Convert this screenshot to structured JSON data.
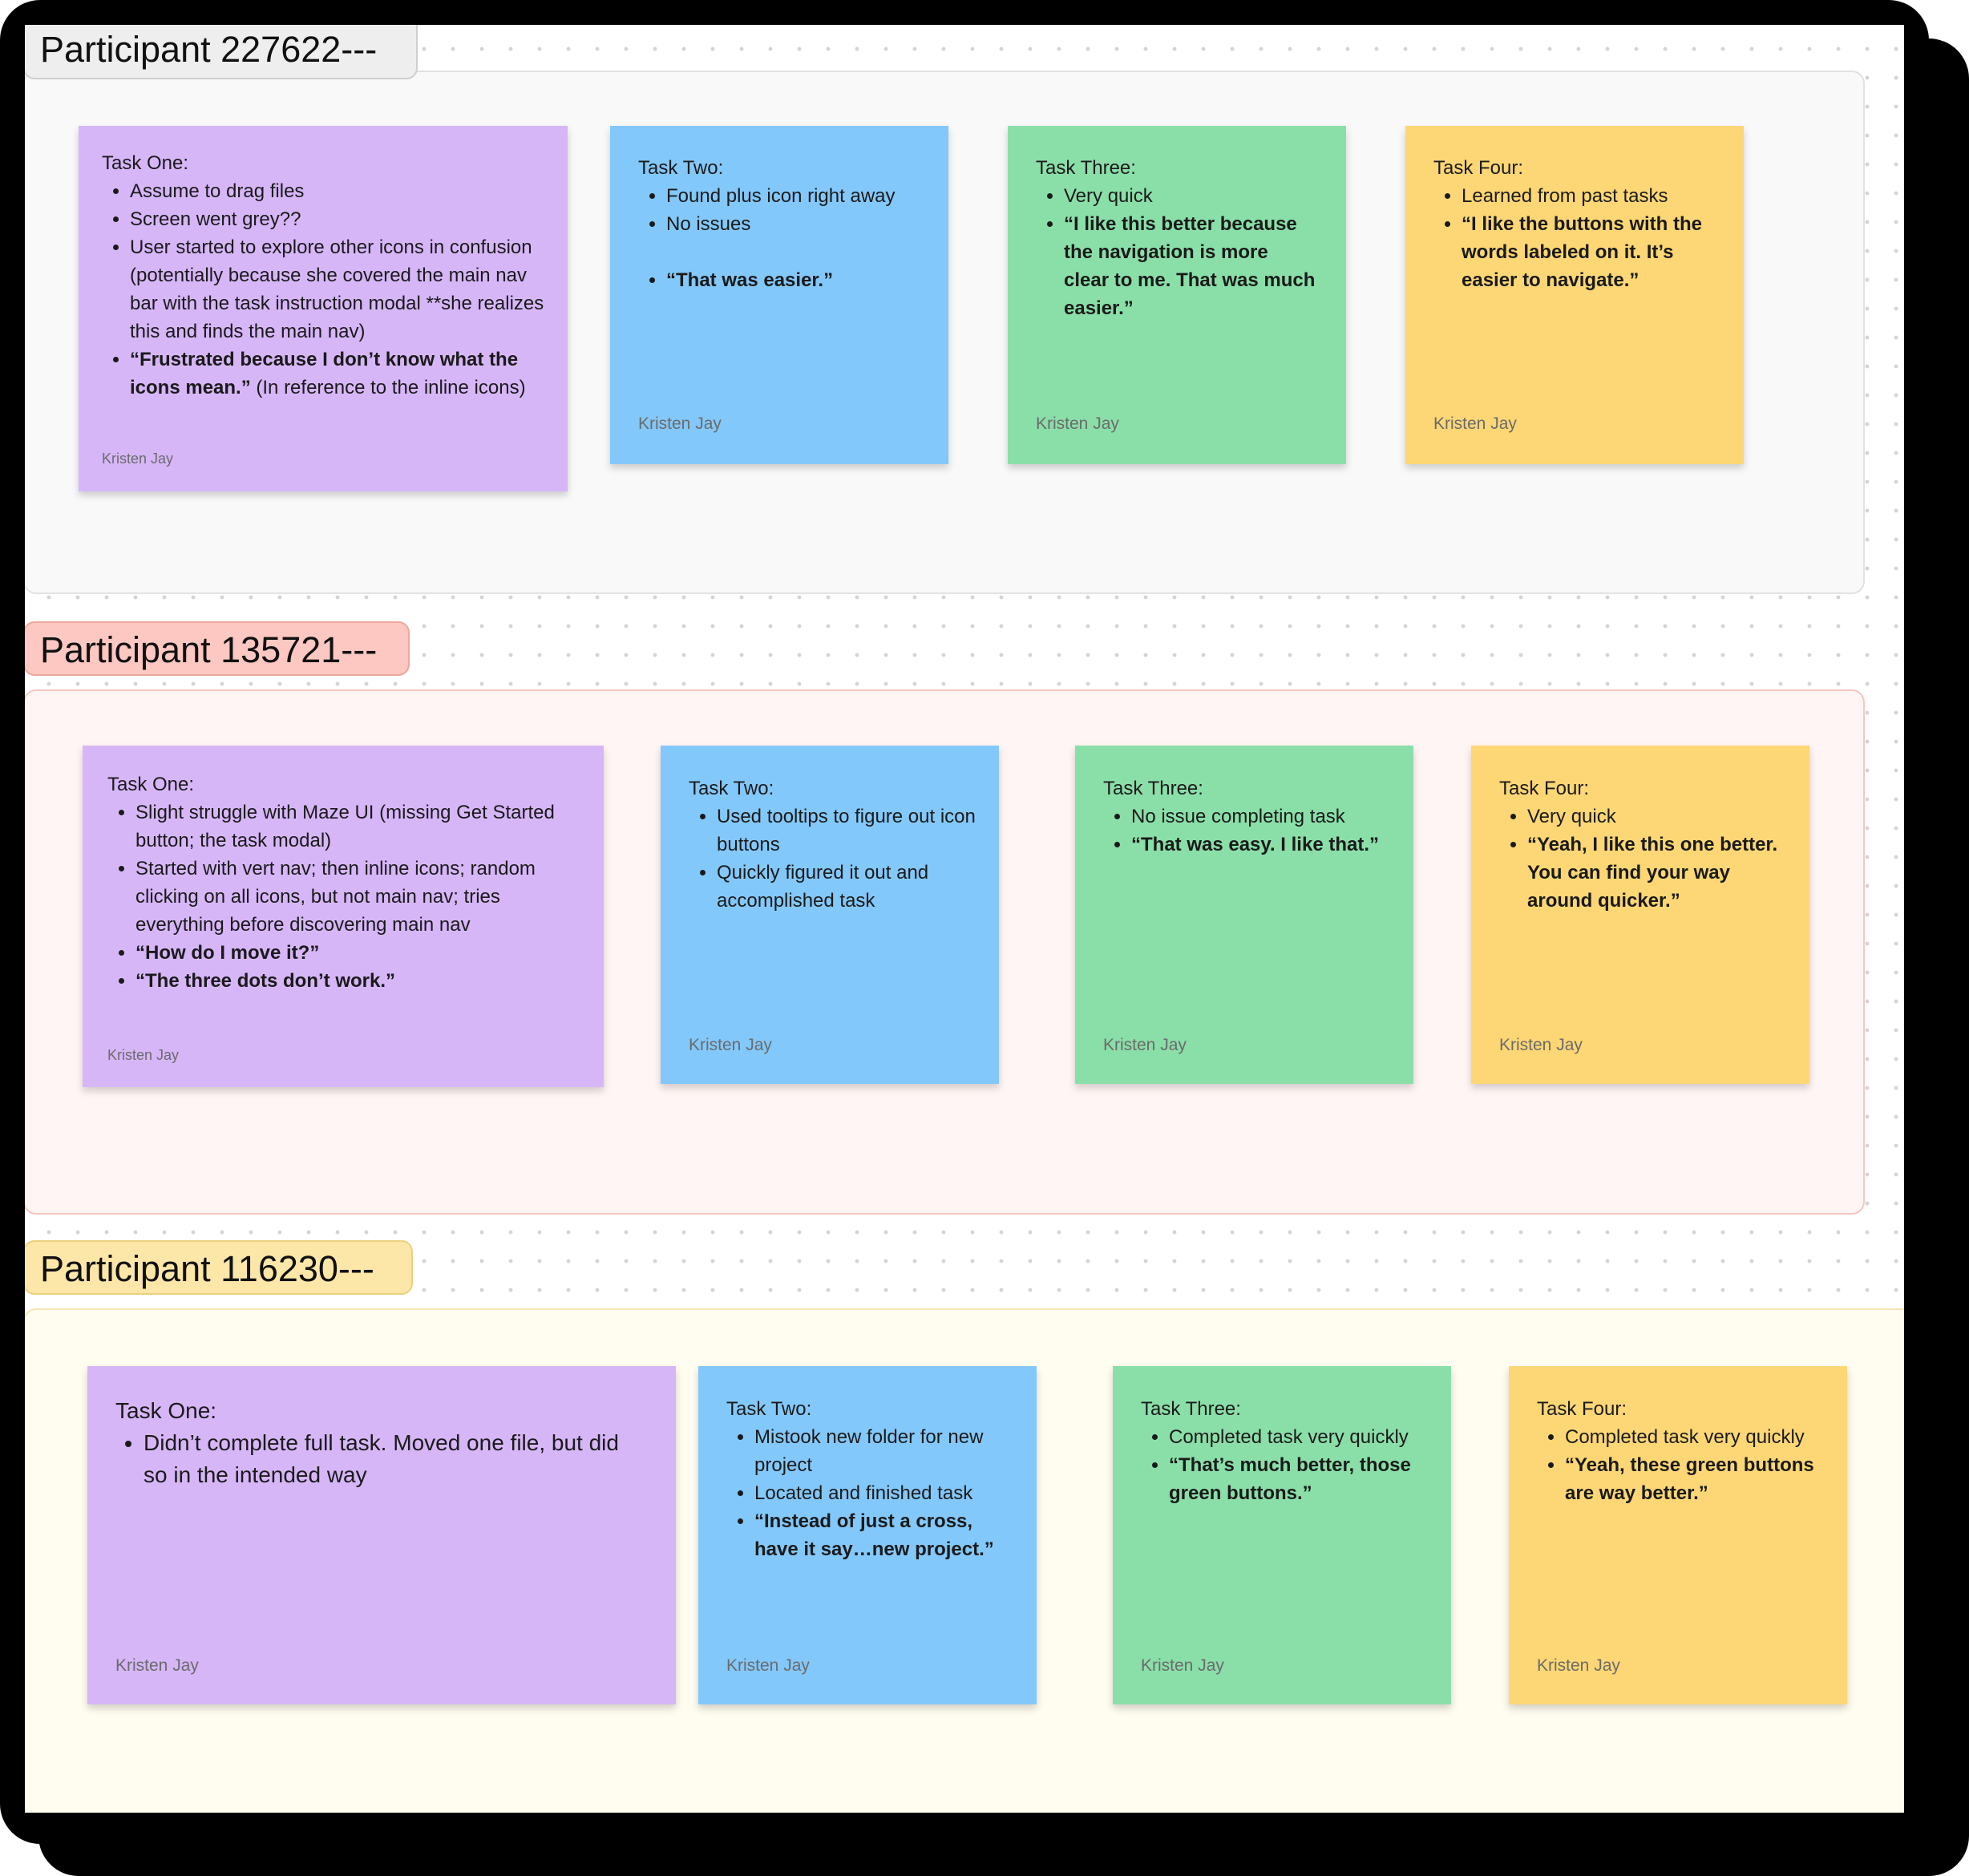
{
  "board": {
    "sections": [
      {
        "label": "Participant 227622---",
        "notes": [
          {
            "title": "Task One:",
            "color": "#d7b6f8",
            "items": [
              {
                "text": "Assume to drag files",
                "bold": ""
              },
              {
                "text": "Screen went grey??",
                "bold": ""
              },
              {
                "text": "User started to explore other icons in confusion (potentially because she covered the main nav bar with the task instruction modal **she realizes this and finds the main nav)",
                "bold": ""
              },
              {
                "bold": "“Frustrated because I don’t know what the icons mean.”",
                "text": " (In reference to the inline icons)"
              }
            ],
            "author": "Kristen Jay"
          },
          {
            "title": "Task Two:",
            "color": "#83c8fa",
            "items": [
              {
                "text": "Found plus icon right away",
                "bold": ""
              },
              {
                "text": "No issues",
                "bold": ""
              },
              {
                "bold": "“That was easier.”",
                "text": ""
              }
            ],
            "author": "Kristen Jay"
          },
          {
            "title": "Task Three:",
            "color": "#8adfa9",
            "items": [
              {
                "text": "Very quick",
                "bold": ""
              },
              {
                "bold": "“I like this better because the navigation is more clear to me. That was much easier.”",
                "text": ""
              }
            ],
            "author": "Kristen Jay"
          },
          {
            "title": "Task Four:",
            "color": "#fdd775",
            "items": [
              {
                "text": "Learned from past tasks",
                "bold": ""
              },
              {
                "bold": "“I like the buttons with the words labeled on it. It’s easier to navigate.”",
                "text": ""
              }
            ],
            "author": "Kristen Jay"
          }
        ]
      },
      {
        "label": "Participant 135721---",
        "notes": [
          {
            "title": "Task One:",
            "color": "#d7b6f8",
            "items": [
              {
                "text": "Slight struggle with Maze UI (missing Get Started button; the task modal)",
                "bold": ""
              },
              {
                "text": "Started with vert nav; then inline icons; random clicking on all icons, but not main nav; tries everything before discovering main nav",
                "bold": ""
              },
              {
                "bold": "“How do I move it?”",
                "text": ""
              },
              {
                "bold": "“The three dots don’t work.”",
                "text": ""
              }
            ],
            "author": "Kristen Jay"
          },
          {
            "title": "Task Two:",
            "color": "#83c8fa",
            "items": [
              {
                "text": "Used tooltips to figure out icon buttons",
                "bold": ""
              },
              {
                "text": "Quickly figured it out and accomplished task",
                "bold": ""
              }
            ],
            "author": "Kristen Jay"
          },
          {
            "title": "Task Three:",
            "color": "#8adfa9",
            "items": [
              {
                "text": "No issue completing task",
                "bold": ""
              },
              {
                "bold": "“That was easy. I like that.”",
                "text": ""
              }
            ],
            "author": "Kristen Jay"
          },
          {
            "title": "Task Four:",
            "color": "#fdd775",
            "items": [
              {
                "text": "Very quick",
                "bold": ""
              },
              {
                "bold": "“Yeah, I like this one better. You can find your way around quicker.”",
                "text": ""
              }
            ],
            "author": "Kristen Jay"
          }
        ]
      },
      {
        "label": "Participant 116230---",
        "notes": [
          {
            "title": "Task One:",
            "color": "#d7b6f8",
            "items": [
              {
                "text": "Didn’t complete full task. Moved one file, but did so in the intended way",
                "bold": ""
              }
            ],
            "author": "Kristen Jay"
          },
          {
            "title": "Task Two:",
            "color": "#83c8fa",
            "items": [
              {
                "text": "Mistook new folder for new project",
                "bold": ""
              },
              {
                "text": "Located and finished task",
                "bold": ""
              },
              {
                "bold": "“Instead of just a cross, have it say…new project.”",
                "text": ""
              }
            ],
            "author": "Kristen Jay"
          },
          {
            "title": "Task Three:",
            "color": "#8adfa9",
            "items": [
              {
                "text": "Completed task very quickly",
                "bold": ""
              },
              {
                "bold": "“That’s much better, those green buttons.”",
                "text": ""
              }
            ],
            "author": "Kristen Jay"
          },
          {
            "title": "Task Four:",
            "color": "#fdd775",
            "items": [
              {
                "text": "Completed task very quickly",
                "bold": ""
              },
              {
                "bold": "“Yeah, these green buttons are way better.”",
                "text": ""
              }
            ],
            "author": "Kristen Jay"
          }
        ]
      }
    ]
  }
}
